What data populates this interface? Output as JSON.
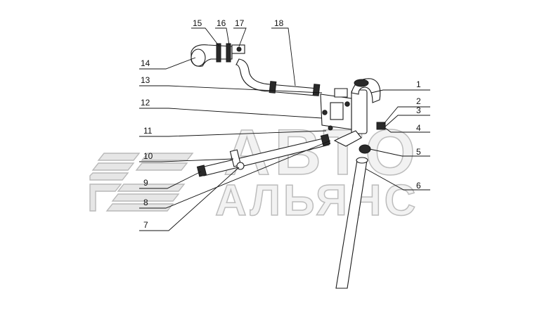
{
  "watermark": {
    "line1": "АВТО",
    "line2": "АЛЬЯНС"
  },
  "callouts": [
    {
      "id": "1",
      "label": "1"
    },
    {
      "id": "2",
      "label": "2"
    },
    {
      "id": "3",
      "label": "3"
    },
    {
      "id": "4",
      "label": "4"
    },
    {
      "id": "5",
      "label": "5"
    },
    {
      "id": "6",
      "label": "6"
    },
    {
      "id": "7",
      "label": "7"
    },
    {
      "id": "8",
      "label": "8"
    },
    {
      "id": "9",
      "label": "9"
    },
    {
      "id": "10",
      "label": "10"
    },
    {
      "id": "11",
      "label": "11"
    },
    {
      "id": "12",
      "label": "12"
    },
    {
      "id": "13",
      "label": "13"
    },
    {
      "id": "14",
      "label": "14"
    },
    {
      "id": "15",
      "label": "15"
    },
    {
      "id": "16",
      "label": "16"
    },
    {
      "id": "17",
      "label": "17"
    },
    {
      "id": "18",
      "label": "18"
    }
  ]
}
